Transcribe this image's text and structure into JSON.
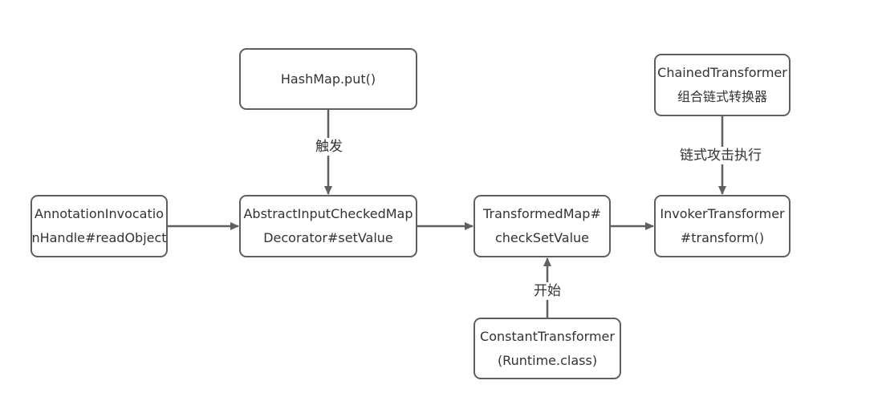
{
  "colors": {
    "stroke": "#5f5f5f",
    "text": "#333333",
    "background": "#ffffff"
  },
  "nodes": {
    "hashmap_put": {
      "lines": [
        "HashMap.put()"
      ]
    },
    "chained_transformer": {
      "lines": [
        "ChainedTransformer",
        "组合链式转换器"
      ]
    },
    "annotation_handler": {
      "lines": [
        "AnnotationInvocatio",
        "nHandle#readObject"
      ]
    },
    "abstract_decorator": {
      "lines": [
        "AbstractInputCheckedMap",
        "Decorator#setValue"
      ]
    },
    "transformed_map": {
      "lines": [
        "TransformedMap#",
        "checkSetValue"
      ]
    },
    "invoker_transformer": {
      "lines": [
        "InvokerTransformer",
        "#transform()"
      ]
    },
    "constant_transformer": {
      "lines": [
        "ConstantTransformer",
        "(Runtime.class)"
      ]
    }
  },
  "edges": {
    "trigger": {
      "label": "触发"
    },
    "chain_exec": {
      "label": "链式攻击执行"
    },
    "start": {
      "label": "开始"
    }
  }
}
